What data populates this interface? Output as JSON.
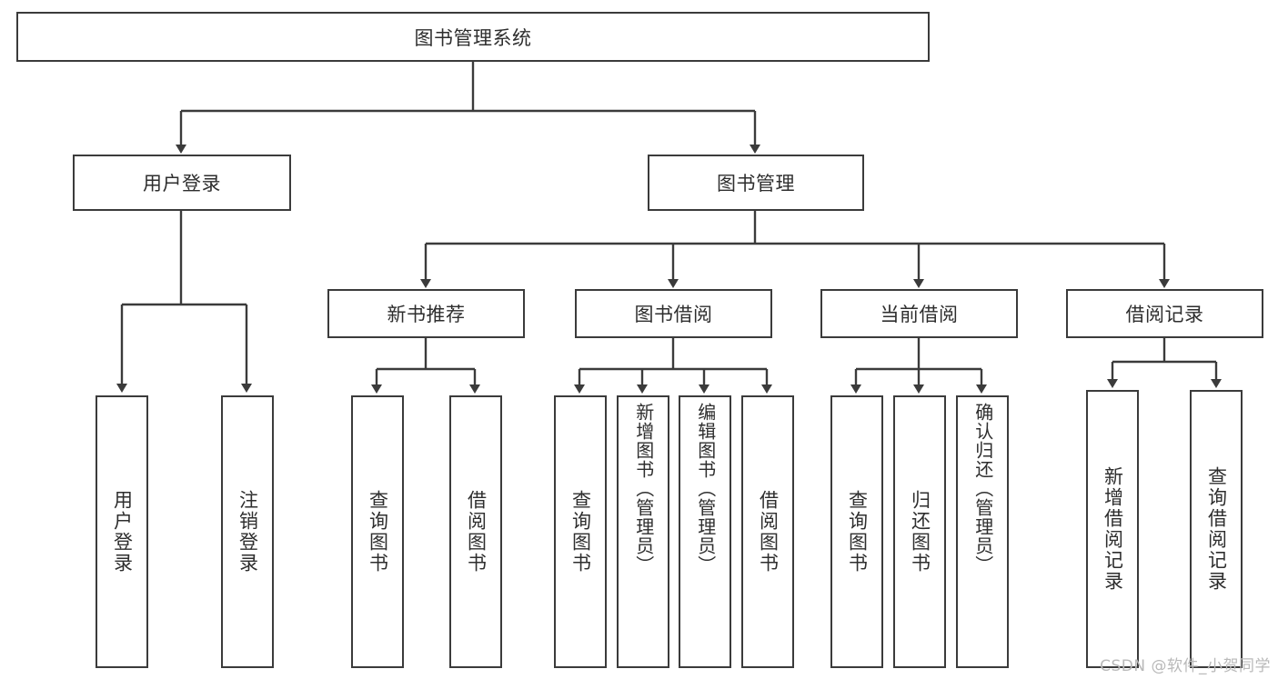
{
  "diagram": {
    "title": "图书管理系统",
    "type": "tree",
    "root": {
      "label": "图书管理系统"
    },
    "level2": [
      {
        "label": "用户登录"
      },
      {
        "label": "图书管理"
      }
    ],
    "level3": [
      {
        "label": "新书推荐"
      },
      {
        "label": "图书借阅"
      },
      {
        "label": "当前借阅"
      },
      {
        "label": "借阅记录"
      }
    ],
    "leaves": {
      "user_login": [
        {
          "label": "用户登录"
        },
        {
          "label": "注销登录"
        }
      ],
      "new_book_recommend": [
        {
          "label": "查询图书"
        },
        {
          "label": "借阅图书"
        }
      ],
      "book_borrow": [
        {
          "label": "查询图书"
        },
        {
          "label": "新增图书（管理员）"
        },
        {
          "label": "编辑图书（管理员）"
        },
        {
          "label": "借阅图书"
        }
      ],
      "current_borrow": [
        {
          "label": "查询图书"
        },
        {
          "label": "归还图书"
        },
        {
          "label": "确认归还（管理员）"
        }
      ],
      "borrow_record": [
        {
          "label": "新增借阅记录"
        },
        {
          "label": "查询借阅记录"
        }
      ]
    }
  },
  "watermark": {
    "text": "CSDN @软件_小贺同学"
  },
  "colors": {
    "stroke": "#3b3b3b",
    "text": "#2e2e2e",
    "background": "#ffffff",
    "watermark": "#b9b9b9"
  }
}
